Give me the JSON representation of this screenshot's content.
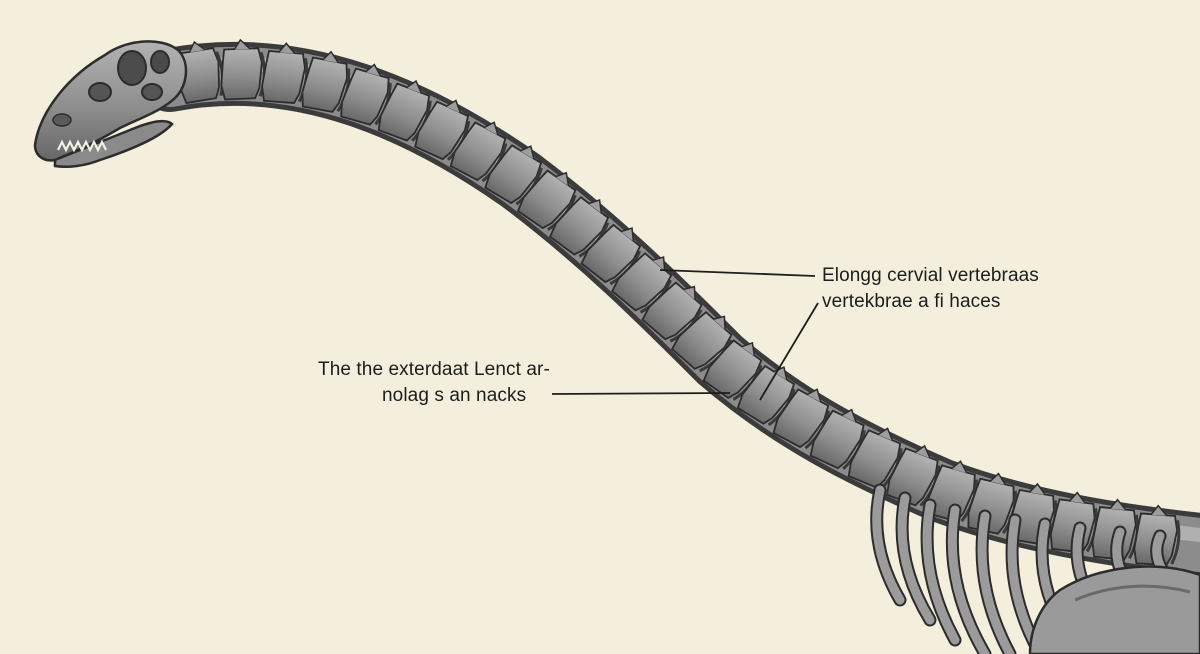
{
  "annotations": {
    "right": {
      "line1": "Elongg cervial vertebraas",
      "line2": "vertekbrae a fi haces"
    },
    "left": {
      "line1": "The the exterdaat Lenct ar-",
      "line2": "nolag s an nacks"
    }
  },
  "colors": {
    "background": "#f3efdc",
    "bone": "#8f8f8f",
    "bone_dark": "#5a5a5a",
    "outline": "#2c2c2c",
    "leader_line": "#1d1d1d"
  }
}
